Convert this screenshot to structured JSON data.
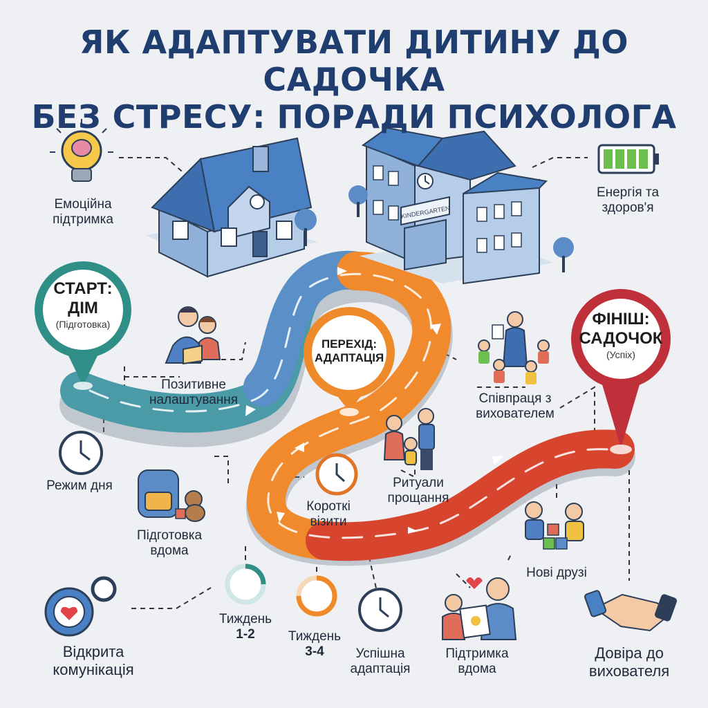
{
  "title": {
    "line1": "ЯК АДАПТУВАТИ ДИТИНУ ДО САДОЧКА",
    "line2": "БЕЗ СТРЕСУ: ПОРАДИ ПСИХОЛОГА"
  },
  "pins": {
    "start": {
      "line1": "СТАРТ:",
      "line2": "ДІМ",
      "sub": "(Підготовка)"
    },
    "transition": {
      "line1": "ПЕРЕХІД:",
      "line2": "АДАПТАЦІЯ"
    },
    "finish": {
      "line1": "ФІНІШ:",
      "line2": "САДОЧОК",
      "sub": "(Успіх)"
    }
  },
  "school_sign": "KINDERGARTEN",
  "labels": {
    "emotional_support": [
      "Емоційна",
      "підтримка"
    ],
    "energy_health": [
      "Енергія та",
      "здоров'я"
    ],
    "positive_attitude": [
      "Позитивне",
      "налаштування"
    ],
    "daily_routine": "Режим дня",
    "home_prep": [
      "Підготовка",
      "вдома"
    ],
    "short_visits": [
      "Короткі",
      "візити"
    ],
    "farewell_rituals": [
      "Ритуали",
      "прощання"
    ],
    "teacher_cooperation": [
      "Співпраця з",
      "вихователем"
    ],
    "new_friends": "Нові друзі",
    "open_communication": [
      "Відкрита",
      "комунікація"
    ],
    "week_1_2": [
      "Тиждень",
      "1-2"
    ],
    "week_3_4": [
      "Тиждень",
      "3-4"
    ],
    "successful_adaptation": [
      "Успішна",
      "адаптація"
    ],
    "home_support": [
      "Підтримка",
      "вдома"
    ],
    "trust_teacher": [
      "Довіра до",
      "вихователя"
    ]
  },
  "colors": {
    "title": "#1f3d6e",
    "road_teal": "#4a9aa8",
    "road_blue": "#5a8fc8",
    "road_orange": "#f08a2c",
    "road_red": "#d8452f",
    "pin_teal": "#2f8f86",
    "pin_orange": "#ef8a2a",
    "pin_red": "#c0303a",
    "building_blue": "#7fa3d6"
  }
}
